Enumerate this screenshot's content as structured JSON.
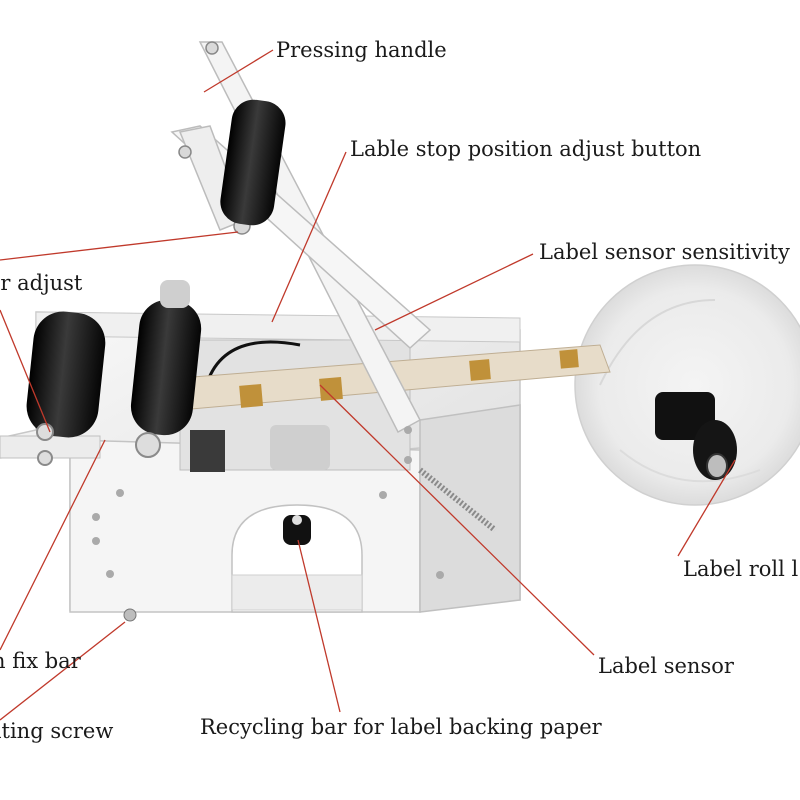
{
  "labels": {
    "pressing_handle": "Pressing handle",
    "stop_position": "Lable stop position adjust button",
    "sensor_sensitivity": "Label sensor sensitivity",
    "roller_adjust": "er adjust",
    "label_roll": "Label roll l",
    "fix_bar": "n fix bar",
    "label_sensor": "Label sensor",
    "mounting_screw": "nting screw",
    "recycling_bar": "Recycling bar for label backing paper"
  },
  "colors": {
    "background": "#ffffff",
    "frame": "#eeeeee",
    "roller": "#161616",
    "leader_line": "#c0392b",
    "label_text": "#1a1a1a"
  }
}
